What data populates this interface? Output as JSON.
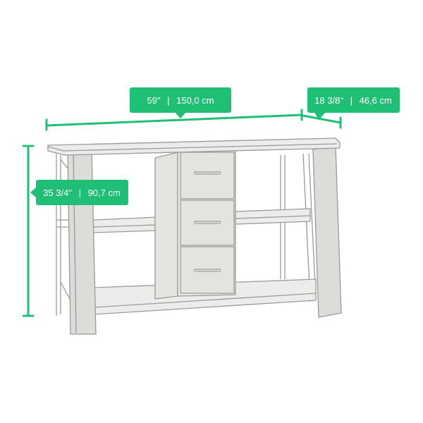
{
  "colors": {
    "accent": "#1fbf75",
    "outline": "#9a9a9a",
    "panel_fill": "#e9e9e6",
    "leg_fill": "#dcdcd8",
    "drawer_fill": "#e3e3df"
  },
  "dimensions": {
    "width": {
      "imperial": "59\"",
      "metric": "150,0 cm"
    },
    "depth": {
      "imperial": "18 3/8\"",
      "metric": "46,6 cm"
    },
    "height": {
      "imperial": "35 3/4\"",
      "metric": "90,7 cm"
    }
  },
  "separator": "|",
  "drawer_count": 3
}
